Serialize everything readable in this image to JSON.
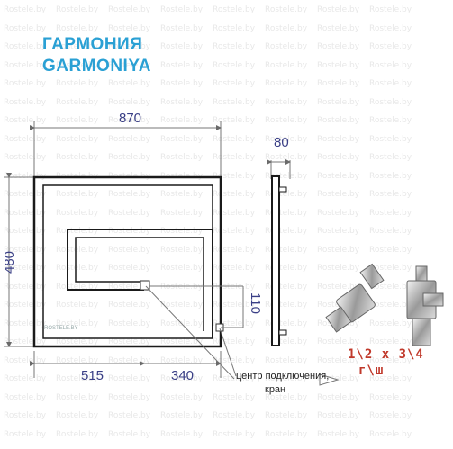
{
  "title": {
    "ru": "ГАРМОНИЯ",
    "en": "GARMONIYA"
  },
  "dimensions": {
    "width_total": "870",
    "height_total": "480",
    "depth": "80",
    "connection_offset": "110",
    "left_segment": "515",
    "right_segment": "340"
  },
  "connection": {
    "line1": "центр подключения,",
    "line2": "кран"
  },
  "fitting": {
    "line1": "1\\2 x 3\\4",
    "line2": "г\\ш"
  },
  "brand_small": "ROSTELE.BY",
  "watermark": "Rostele.by",
  "colors": {
    "title": "#2aa0d4",
    "dimension_text": "#3a3f86",
    "fitting_text": "#c0392b"
  }
}
